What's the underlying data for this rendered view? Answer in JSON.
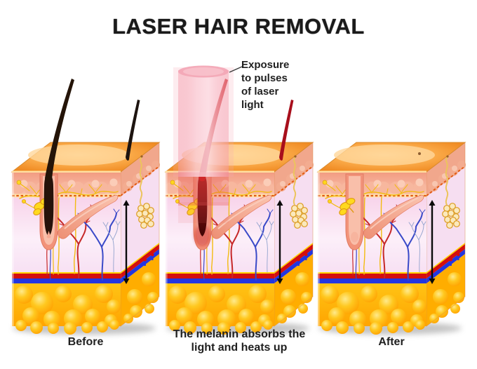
{
  "title": "LASER HAIR REMOVAL",
  "annotation": {
    "exposure_label": "Exposure to pulses of laser light"
  },
  "panels": [
    {
      "id": "before",
      "caption": "Before",
      "state": "two dark hairs, pigmented follicle"
    },
    {
      "id": "during",
      "caption": "The melanin absorbs the light and heats up",
      "state": "laser pulse on skin, hairs and follicle heated red"
    },
    {
      "id": "after",
      "caption": "After",
      "state": "no hair, empty follicle"
    }
  ],
  "colors": {
    "background": "#FFFFFF",
    "title_text": "#1A1A1A",
    "caption_text": "#202020",
    "epidermis_orange": "#F79B2E",
    "papillary_dermis": "#F4A288",
    "dermis_pink": "#F8D9EE",
    "fat_yellow": "#FFB90F",
    "artery_red": "#D40E0E",
    "vein_blue": "#2236E0",
    "nerve_yellow": "#F2BB10",
    "hair_before": "#26120A",
    "hair_heated": "#C41112",
    "laser_beam_pink": "#F6AEBC",
    "muscle_salmon": "#EF9378",
    "measure_line": "#0A0A0A"
  }
}
